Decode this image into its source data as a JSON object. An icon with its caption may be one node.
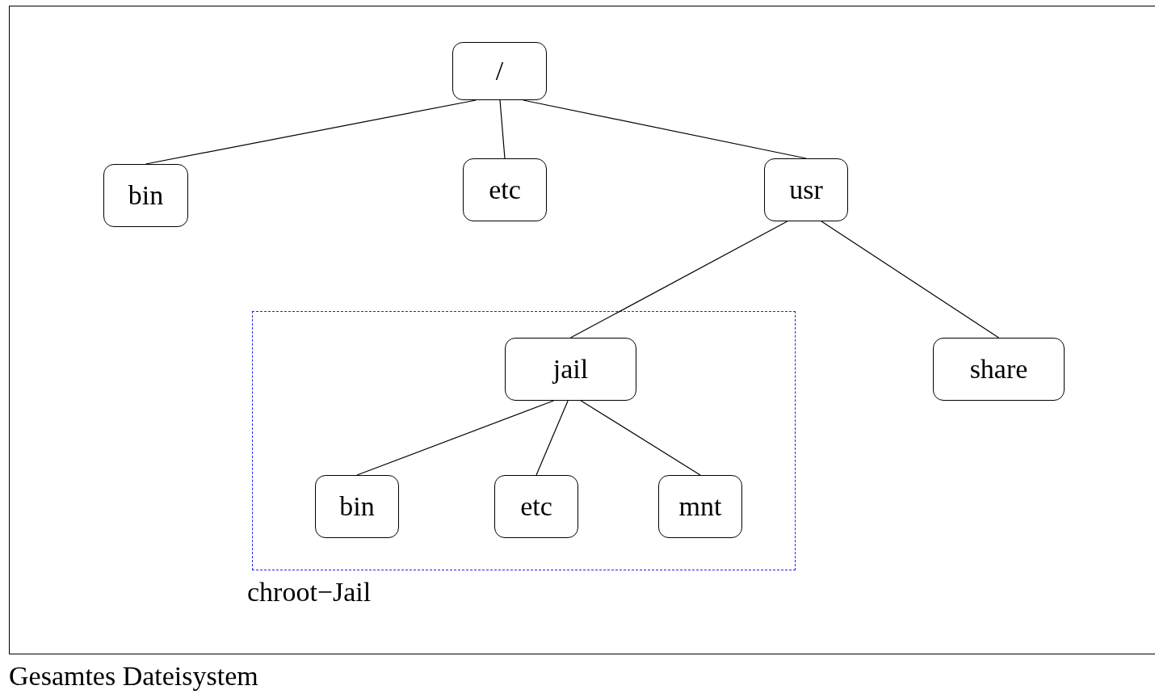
{
  "diagram": {
    "nodes": [
      {
        "text": [
          "Gesamtes Dateisystem"
        ]
      },
      {
        "text": [
          "/"
        ],
        "in": 0
      },
      {
        "text": [
          "bin"
        ],
        "in": 0
      },
      {
        "text": [
          "etc"
        ],
        "in": 0
      },
      {
        "text": [
          "usr"
        ],
        "in": 0
      },
      {
        "text": [
          "chroot−Jail"
        ],
        "in": 0
      },
      {
        "text": [
          "jail"
        ],
        "in": 5
      },
      {
        "text": [
          "share"
        ],
        "in": 0
      },
      {
        "text": [
          "bin"
        ],
        "in": 5
      },
      {
        "text": [
          "etc"
        ],
        "in": 5
      },
      {
        "text": [
          "mnt"
        ],
        "in": 5
      }
    ],
    "edges": [
      {
        "from": 1,
        "to": 2,
        "arrow": "none"
      },
      {
        "from": 1,
        "to": 3,
        "arrow": "none"
      },
      {
        "from": 1,
        "to": 4,
        "arrow": "none"
      },
      {
        "from": 4,
        "to": 6,
        "arrow": "none"
      },
      {
        "from": 4,
        "to": 7,
        "arrow": "none"
      },
      {
        "from": 6,
        "to": 8,
        "arrow": "none"
      },
      {
        "from": 6,
        "to": 9,
        "arrow": "none"
      },
      {
        "from": 6,
        "to": 10,
        "arrow": "none"
      }
    ]
  }
}
